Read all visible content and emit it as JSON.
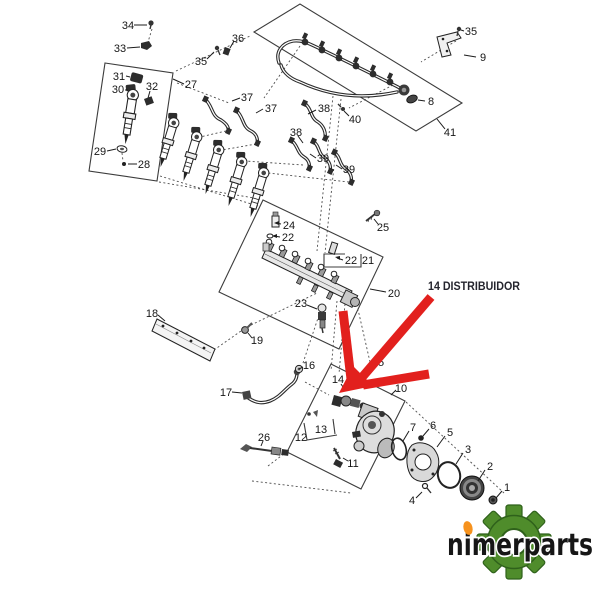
{
  "annotation": {
    "label": "14 DISTRIBUIDOR",
    "text_color": "#25252e",
    "arrow_color": "#e2201d"
  },
  "watermark": {
    "name": "nimerparts",
    "text_color": "#161616",
    "gear_color": "#4f8c2b",
    "gear_edge_color": "#2f611b",
    "accent_color": "#f6921e"
  },
  "callouts": {
    "1": "1",
    "2": "2",
    "3": "3",
    "4": "4",
    "5": "5",
    "6": "6",
    "7": "7",
    "8": "8",
    "9": "9",
    "10": "10",
    "11": "11",
    "12": "12",
    "13": "13",
    "14": "14",
    "15": "15",
    "16": "16",
    "17": "17",
    "18": "18",
    "19": "19",
    "20": "20",
    "21": "21",
    "22": "22",
    "23": "23",
    "24": "24",
    "25": "25",
    "26": "26",
    "27": "27",
    "28": "28",
    "29": "29",
    "30": "30",
    "31": "31",
    "32": "32",
    "33": "33",
    "34": "34",
    "35": "35",
    "36": "36",
    "37": "37",
    "38": "38",
    "39": "39",
    "40": "40",
    "41": "41"
  }
}
